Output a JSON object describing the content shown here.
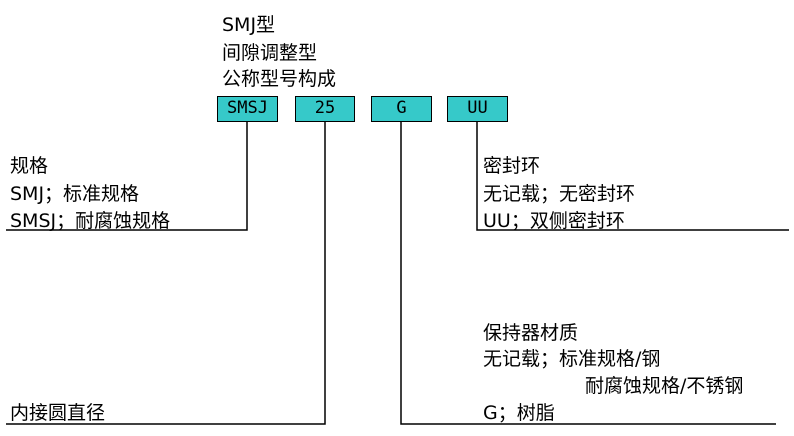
{
  "title": {
    "line1": "SMJ型",
    "line2": "间隙调整型",
    "line3": "公称型号构成"
  },
  "code_boxes": [
    "SMSJ",
    "25",
    "G",
    "UU"
  ],
  "spec": {
    "heading": "规格",
    "line1": "SMJ；标准规格",
    "line2": "SMSJ；耐腐蚀规格"
  },
  "seal": {
    "heading": "密封环",
    "line1": "无记载；无密封环",
    "line2": "UU；双侧密封环"
  },
  "retainer": {
    "heading": "保持器材质",
    "line1": "无记载；标准规格/钢",
    "line2": "耐腐蚀规格/不锈钢",
    "line3": "G；树脂"
  },
  "diameter": {
    "label": "内接圆直径"
  }
}
